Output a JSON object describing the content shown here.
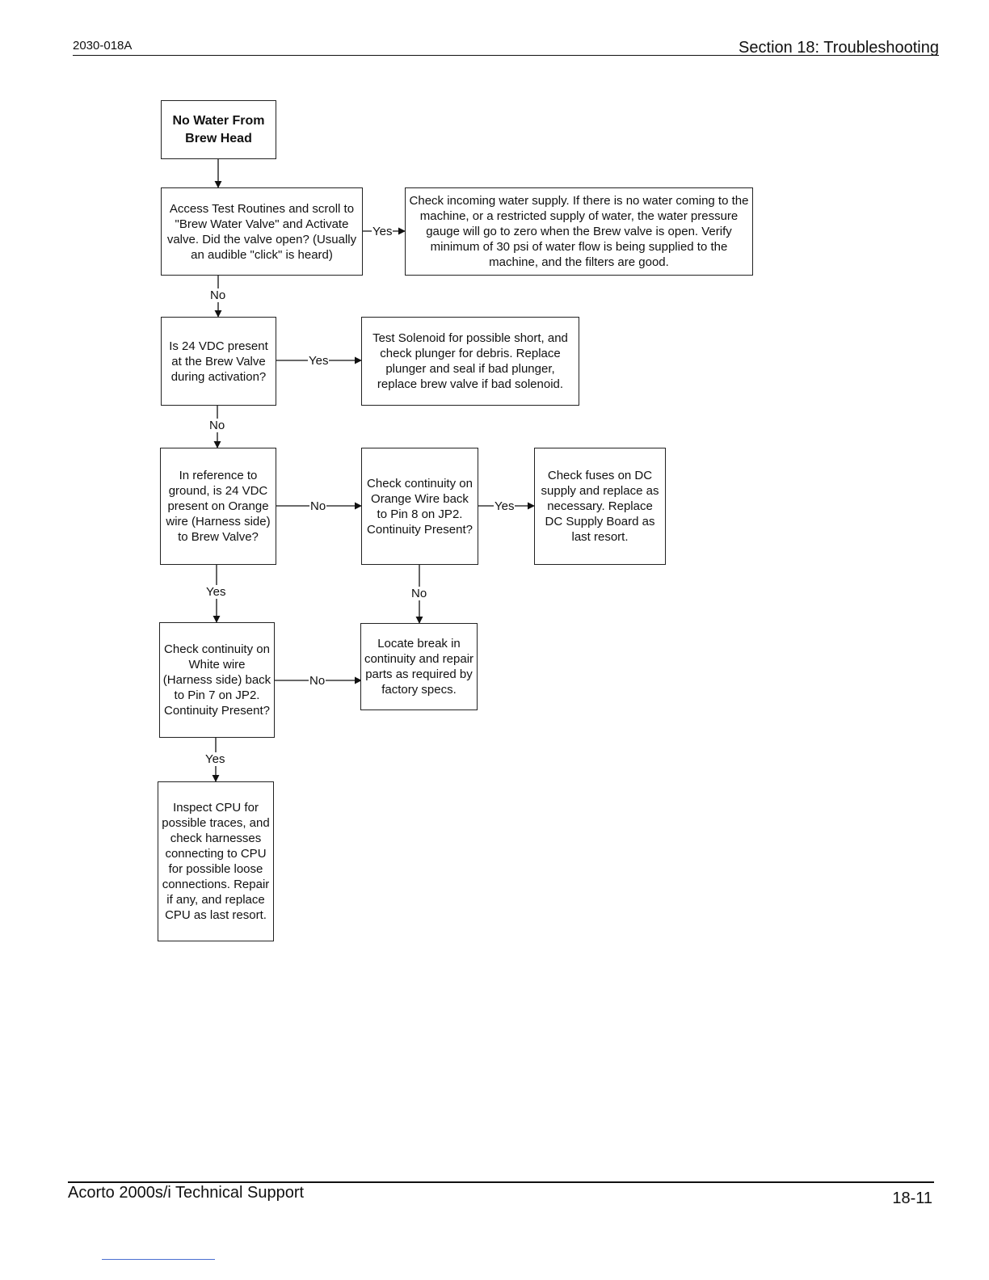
{
  "header": {
    "doc_number": "2030-018A",
    "section_title": "Section 18: Troubleshooting"
  },
  "footer": {
    "product": "Acorto 2000s/i Technical Support",
    "page_number": "18-11"
  },
  "flowchart": {
    "nodes": {
      "start": "No Water From Brew Head",
      "q1": "Access Test Routines and scroll to \"Brew Water Valve\" and Activate valve. Did the valve open? (Usually an audible \"click\" is heard)",
      "a1": "Check incoming water supply. If there is no water coming to the machine, or a restricted supply of water,  the water pressure gauge will go to zero when the Brew valve is open. Verify minimum of 30 psi of water flow is being supplied to the machine, and the filters are good.",
      "q2": "Is 24 VDC present at the Brew Valve during activation?",
      "a2": "Test Solenoid for possible short, and check plunger for debris. Replace plunger and seal if bad plunger, replace brew valve if bad solenoid.",
      "q3": "In reference to ground, is 24 VDC present on Orange wire (Harness side)  to Brew Valve?",
      "q3b": "Check continuity on Orange Wire back to Pin 8 on JP2. Continuity Present?",
      "a3": "Check fuses on DC supply and replace as necessary. Replace DC Supply Board as last resort.",
      "a3b": "Locate break in continuity and repair parts as required by factory specs.",
      "q4": "Check continuity on White wire (Harness side) back to Pin 7 on JP2. Continuity Present?",
      "a4": "Inspect CPU for possible traces, and check harnesses connecting to CPU for possible loose connections. Repair if any, and replace CPU as last resort."
    },
    "edges": {
      "q1_yes": "Yes",
      "q1_no": "No",
      "q2_yes": "Yes",
      "q2_no": "No",
      "q3_no": "No",
      "q3_yes": "Yes",
      "q3b_yes": "Yes",
      "q3b_no": "No",
      "q4_no": "No",
      "q4_yes": "Yes"
    }
  }
}
